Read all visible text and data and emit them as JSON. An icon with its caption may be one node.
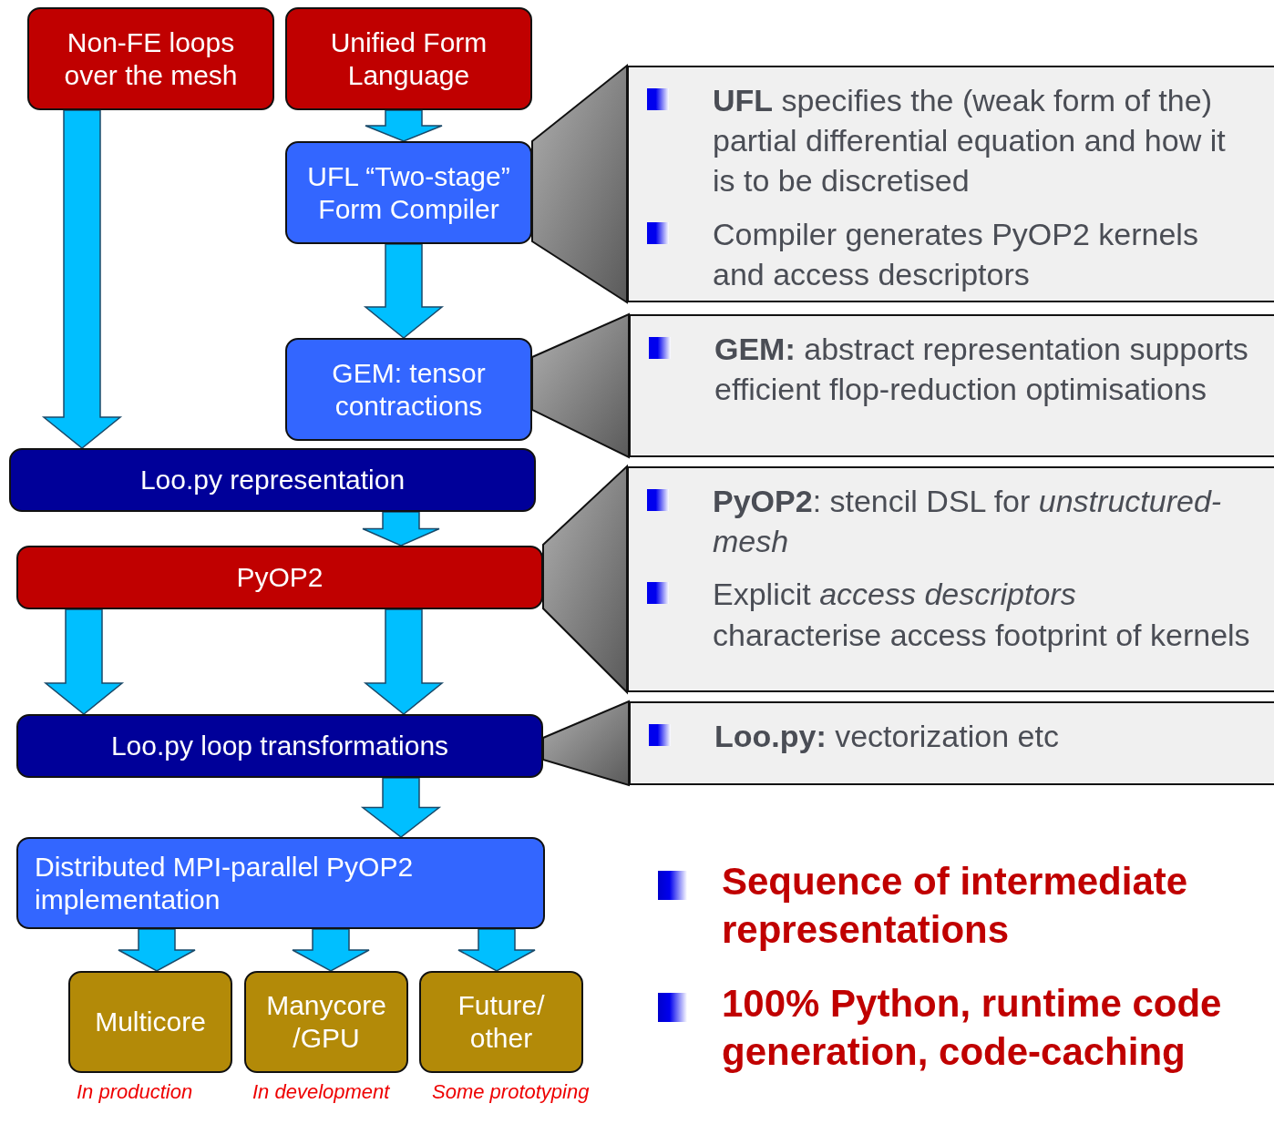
{
  "diagram": {
    "nodes": [
      {
        "text": [
          "Non-FE loops over the mesh"
        ]
      },
      {
        "text": [
          "Unified Form Language"
        ]
      },
      {
        "text": [
          "UFL “Two-stage” Form Compiler"
        ]
      },
      {
        "text": [
          "GEM: tensor contractions"
        ]
      },
      {
        "text": [
          "Loo.py representation"
        ]
      },
      {
        "text": [
          "PyOP2"
        ]
      },
      {
        "text": [
          "Loo.py loop transformations"
        ]
      },
      {
        "text": [
          "Distributed MPI-parallel PyOP2 implementation"
        ]
      },
      {
        "text": [
          "Multicore"
        ],
        "beside": [
          "In production"
        ]
      },
      {
        "text": [
          "Manycore /GPU"
        ],
        "beside": [
          "In development"
        ]
      },
      {
        "text": [
          "Future/ other"
        ],
        "beside": [
          "Some prototyping"
        ]
      },
      {
        "text": [
          "**UFL** specifies the (weak form of the) partial differential equation and how it is to be discretised",
          "Compiler generates PyOP2 kernels and access descriptors"
        ]
      },
      {
        "text": [
          "**GEM:** abstract representation supports efficient flop-reduction optimisations"
        ]
      },
      {
        "text": [
          "**PyOP2**: stencil DSL for *unstructured-mesh*",
          "Explicit *access descriptors* characterise access footprint of kernels"
        ]
      },
      {
        "text": [
          "**Loo.py:** vectorization etc"
        ]
      }
    ],
    "edges": [
      {
        "from": 1,
        "to": 2,
        "arrow": "to"
      },
      {
        "from": 2,
        "to": 3,
        "arrow": "to"
      },
      {
        "from": 0,
        "to": 4,
        "arrow": "to"
      },
      {
        "from": 4,
        "to": 5,
        "arrow": "to"
      },
      {
        "from": 5,
        "to": 6,
        "arrow": "to"
      },
      {
        "from": 5,
        "to": 6,
        "arrow": "to"
      },
      {
        "from": 6,
        "to": 7,
        "arrow": "to"
      },
      {
        "from": 7,
        "to": 8,
        "arrow": "to"
      },
      {
        "from": 7,
        "to": 9,
        "arrow": "to"
      },
      {
        "from": 7,
        "to": 10,
        "arrow": "to"
      },
      {
        "from": 2,
        "to": 11,
        "arrow": "none"
      },
      {
        "from": 3,
        "to": 12,
        "arrow": "none"
      },
      {
        "from": 5,
        "to": 13,
        "arrow": "none"
      },
      {
        "from": 6,
        "to": 14,
        "arrow": "none"
      }
    ],
    "labels": [
      "Sequence of intermediate representations",
      "100% Python, runtime code generation, code-caching"
    ]
  }
}
